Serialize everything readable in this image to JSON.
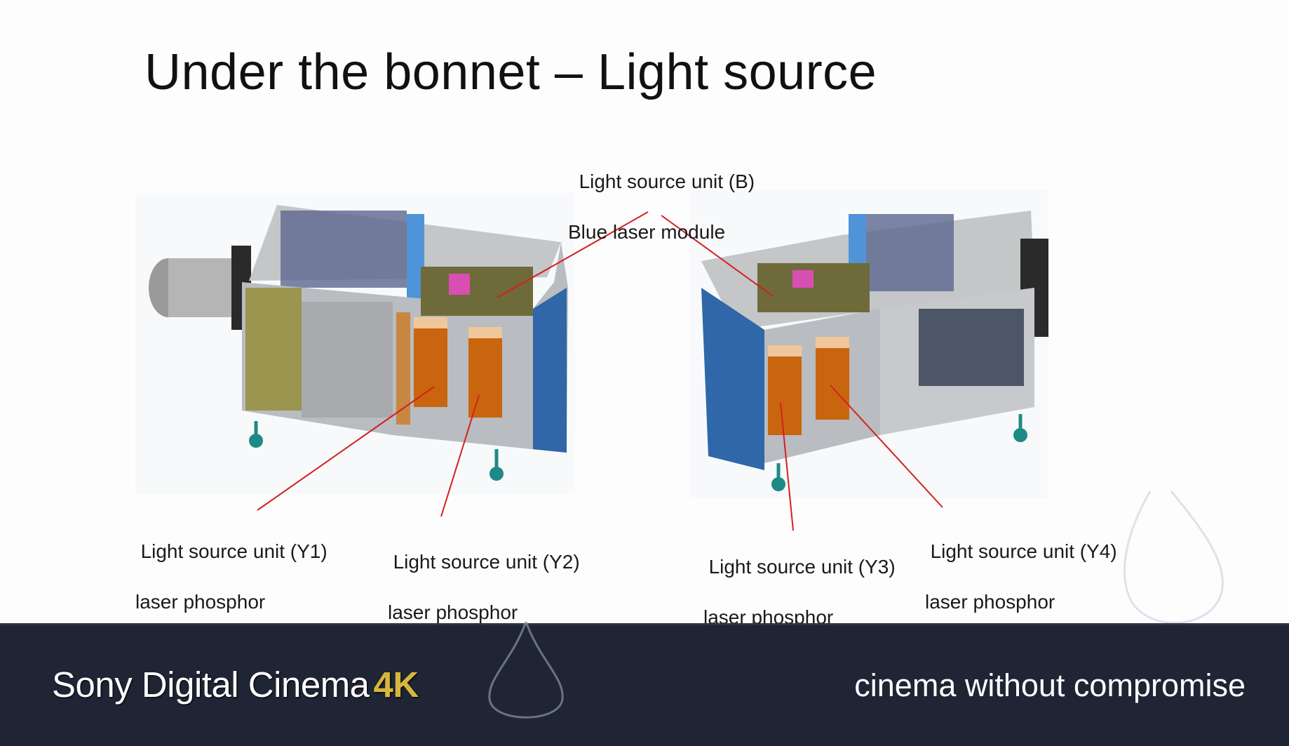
{
  "slide": {
    "title": "Under the bonnet – Light source",
    "labels": {
      "b": {
        "line1": "Light source unit (B)",
        "line2": "Blue laser module"
      },
      "y1": {
        "line1": "Light source unit (Y1)",
        "line2": "laser phosphor"
      },
      "y2": {
        "line1": "Light source unit (Y2)",
        "line2": "laser phosphor"
      },
      "y3": {
        "line1": "Light source unit (Y3)",
        "line2": "laser phosphor"
      },
      "y4": {
        "line1": "Light source unit (Y4)",
        "line2": "laser phosphor"
      }
    }
  },
  "footer": {
    "brand": "Sony Digital Cinema",
    "brand_suffix": "4K",
    "tagline": "cinema without compromise"
  },
  "colors": {
    "footer_bg": "#1f2535",
    "accent_gold": "#d7b63e",
    "leader_line": "#d42020"
  }
}
